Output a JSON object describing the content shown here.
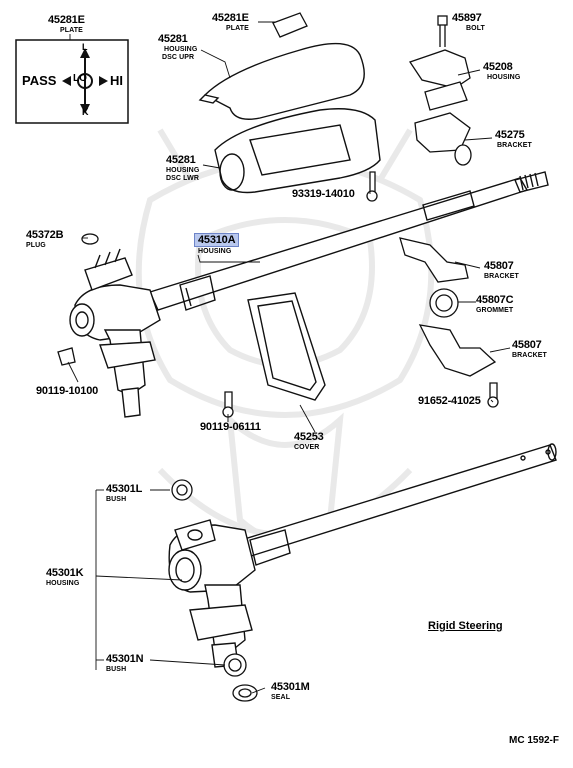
{
  "plate_symbol": {
    "pass": "PASS",
    "lo": "LO",
    "hi": "HI",
    "top_letter": "L",
    "bottom_letter": "K"
  },
  "labels": {
    "p45281E_a": {
      "number": "45281E",
      "name": "PLATE"
    },
    "p45281E_b": {
      "number": "45281E",
      "name": "PLATE"
    },
    "p45281": {
      "number": "45281",
      "name1": "HOUSING",
      "name2": "DSC UPR"
    },
    "p45897": {
      "number": "45897",
      "name": "BOLT"
    },
    "p45208": {
      "number": "45208",
      "name": "HOUSING"
    },
    "p45275": {
      "number": "45275",
      "name": "BRACKET"
    },
    "p45281L": {
      "number": "45281",
      "name1": "HOUSING",
      "name2": "DSC LWR"
    },
    "p93319": {
      "number": "93319-14010"
    },
    "p45372B": {
      "number": "45372B",
      "name": "PLUG"
    },
    "p45310A": {
      "number": "45310A",
      "name": "HOUSING"
    },
    "p45807a": {
      "number": "45807",
      "name": "BRACKET"
    },
    "p45807C": {
      "number": "45807C",
      "name": "GROMMET"
    },
    "p45807b": {
      "number": "45807",
      "name": "BRACKET"
    },
    "p90119a": {
      "number": "90119-10100"
    },
    "p91652": {
      "number": "91652-41025"
    },
    "p90119b": {
      "number": "90119-06111"
    },
    "p45253": {
      "number": "45253",
      "name": "COVER"
    },
    "p45301L": {
      "number": "45301L",
      "name": "BUSH"
    },
    "p45301K": {
      "number": "45301K",
      "name": "HOUSING"
    },
    "p45301N": {
      "number": "45301N",
      "name": "BUSH"
    },
    "p45301M": {
      "number": "45301M",
      "name": "SEAL"
    }
  },
  "rigid_steering": "Rigid Steering",
  "diagram_code": "MC 1592-F",
  "colors": {
    "line": "#111111",
    "highlight_fill": "#b9c8ee",
    "highlight_border": "#6d84c8",
    "watermark": "#e6e6e6"
  }
}
